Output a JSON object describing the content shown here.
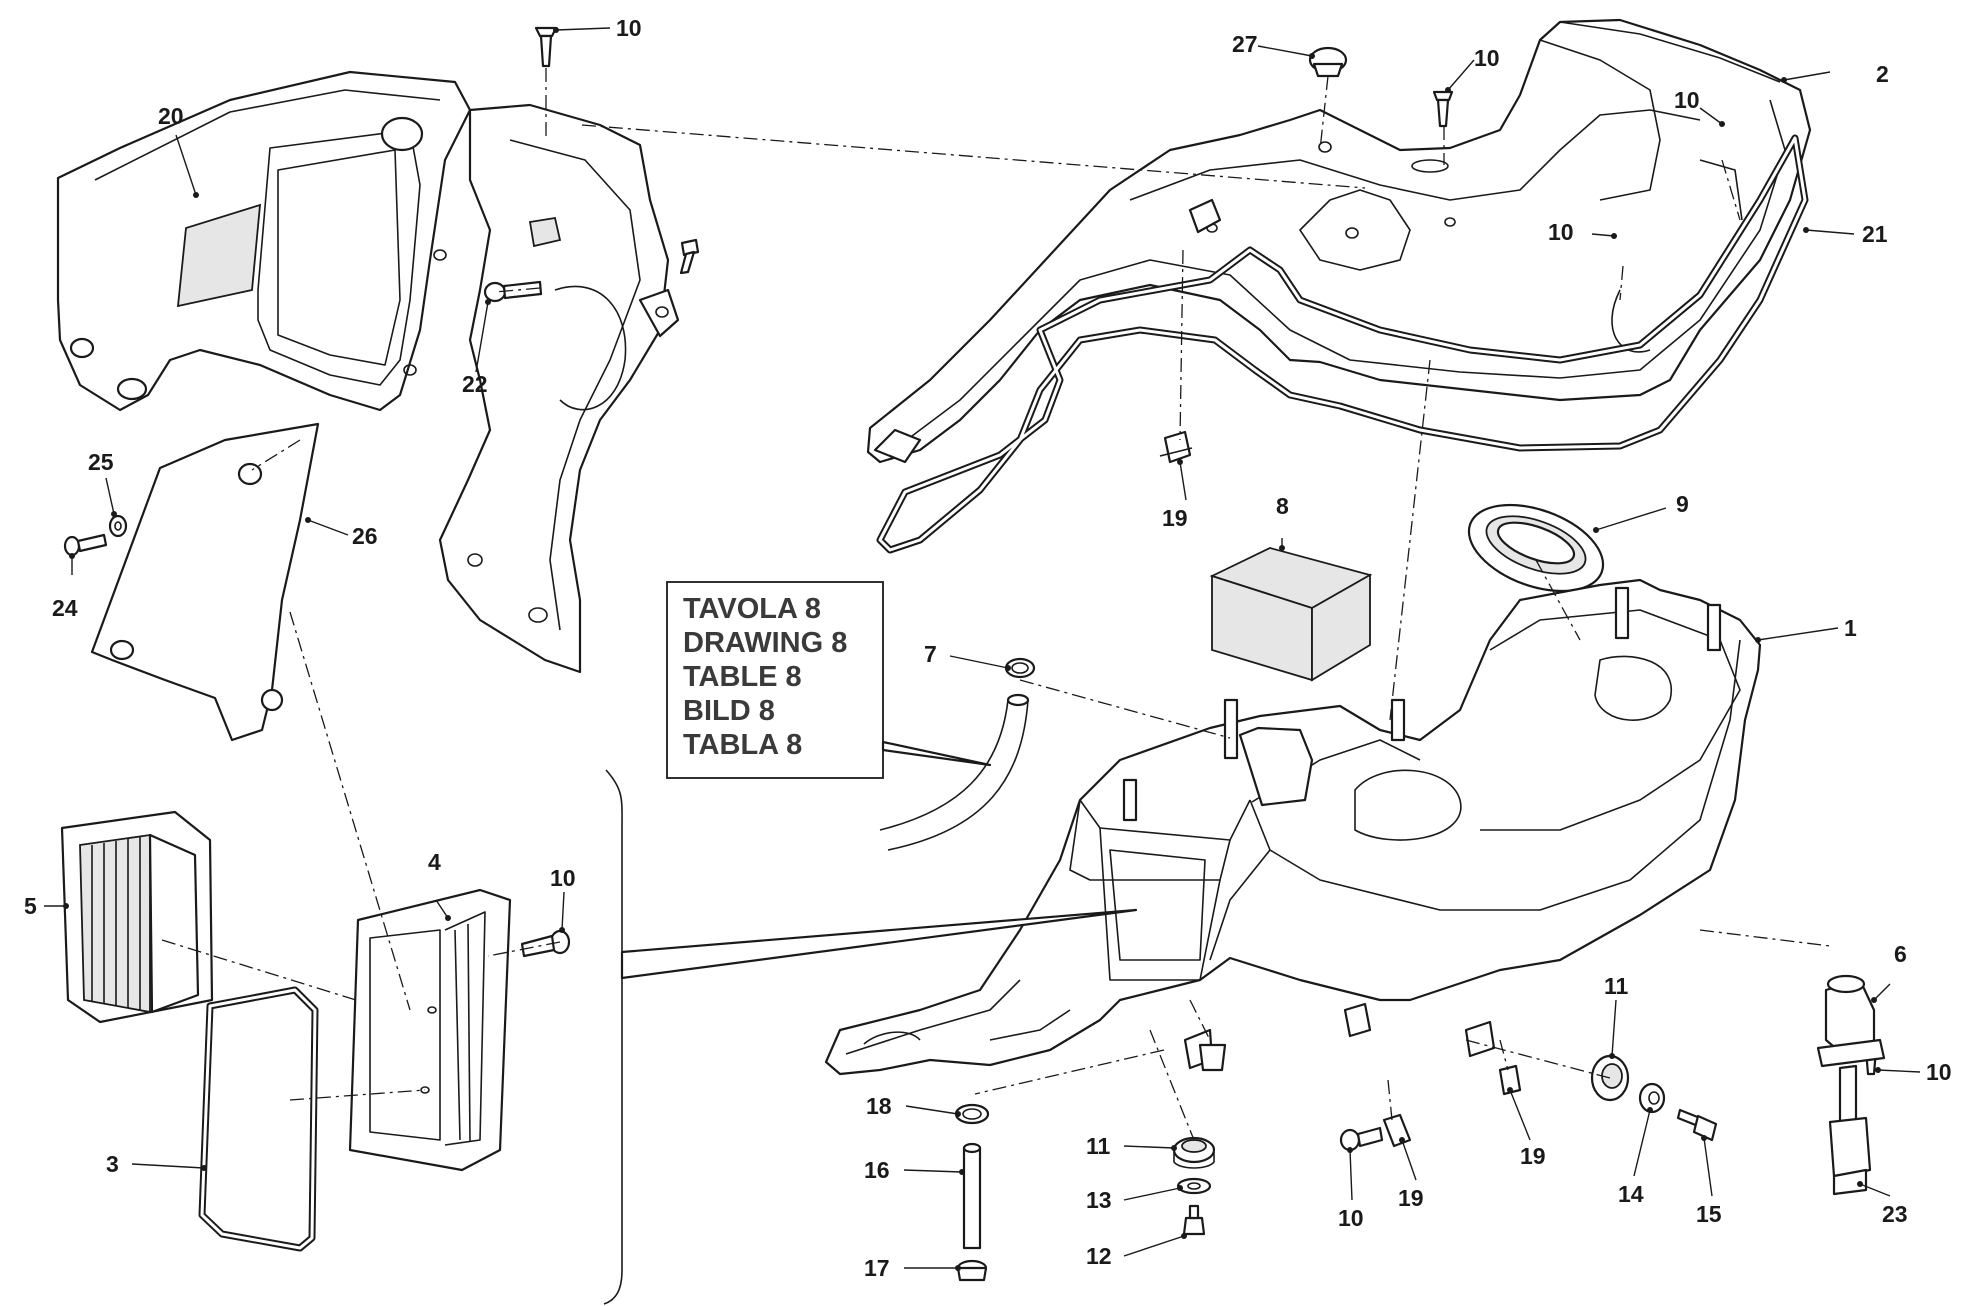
{
  "legend": {
    "lines": [
      "TAVOLA 8",
      "DRAWING 8",
      "TABLE 8",
      "BILD 8",
      "TABLA 8"
    ]
  },
  "labels": {
    "p1": "1",
    "p2": "2",
    "p3": "3",
    "p4": "4",
    "p5": "5",
    "p6": "6",
    "p7": "7",
    "p8": "8",
    "p9": "9",
    "p10a": "10",
    "p10b": "10",
    "p10c": "10",
    "p10d": "10",
    "p10e": "10",
    "p10f": "10",
    "p10g": "10",
    "p11a": "11",
    "p11b": "11",
    "p12": "12",
    "p13": "13",
    "p14": "14",
    "p15": "15",
    "p16": "16",
    "p17": "17",
    "p18": "18",
    "p19a": "19",
    "p19b": "19",
    "p19c": "19",
    "p20": "20",
    "p21": "21",
    "p22": "22",
    "p23": "23",
    "p24": "24",
    "p25": "25",
    "p26": "26",
    "p27": "27"
  },
  "colors": {
    "line": "#1a1a1a",
    "legend_text": "#3a3a3a",
    "fill": "#ffffff",
    "shade": "#e6e6e6"
  }
}
